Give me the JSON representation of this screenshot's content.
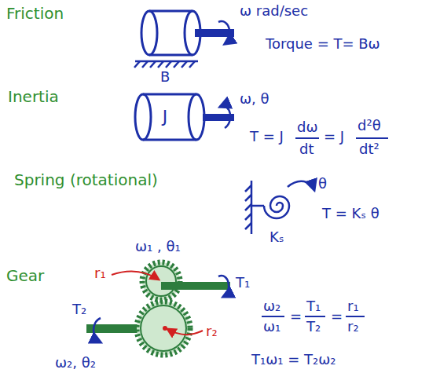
{
  "diagram": {
    "nodes": [
      {
        "text": [
          "J"
        ]
      }
    ],
    "labels": [
      "Friction",
      "ω rad/sec",
      "Torque = T= Bω",
      "B",
      "Inertia",
      "ω, θ",
      "T = J",
      "dω",
      "dt",
      "= J",
      "d²θ",
      "dt²",
      "Spring (rotational)",
      "θ",
      "T = Kₛ θ",
      "Kₛ",
      "ω₁ , θ₁",
      "Gear",
      "r₁",
      "T₁",
      "ω₂",
      "ω₁",
      "=",
      "T₁",
      "T₂",
      "=",
      "r₁",
      "r₂",
      "T₂",
      "r₂",
      "ω₂, θ₂",
      "T₁ω₁ = T₂ω₂"
    ]
  }
}
